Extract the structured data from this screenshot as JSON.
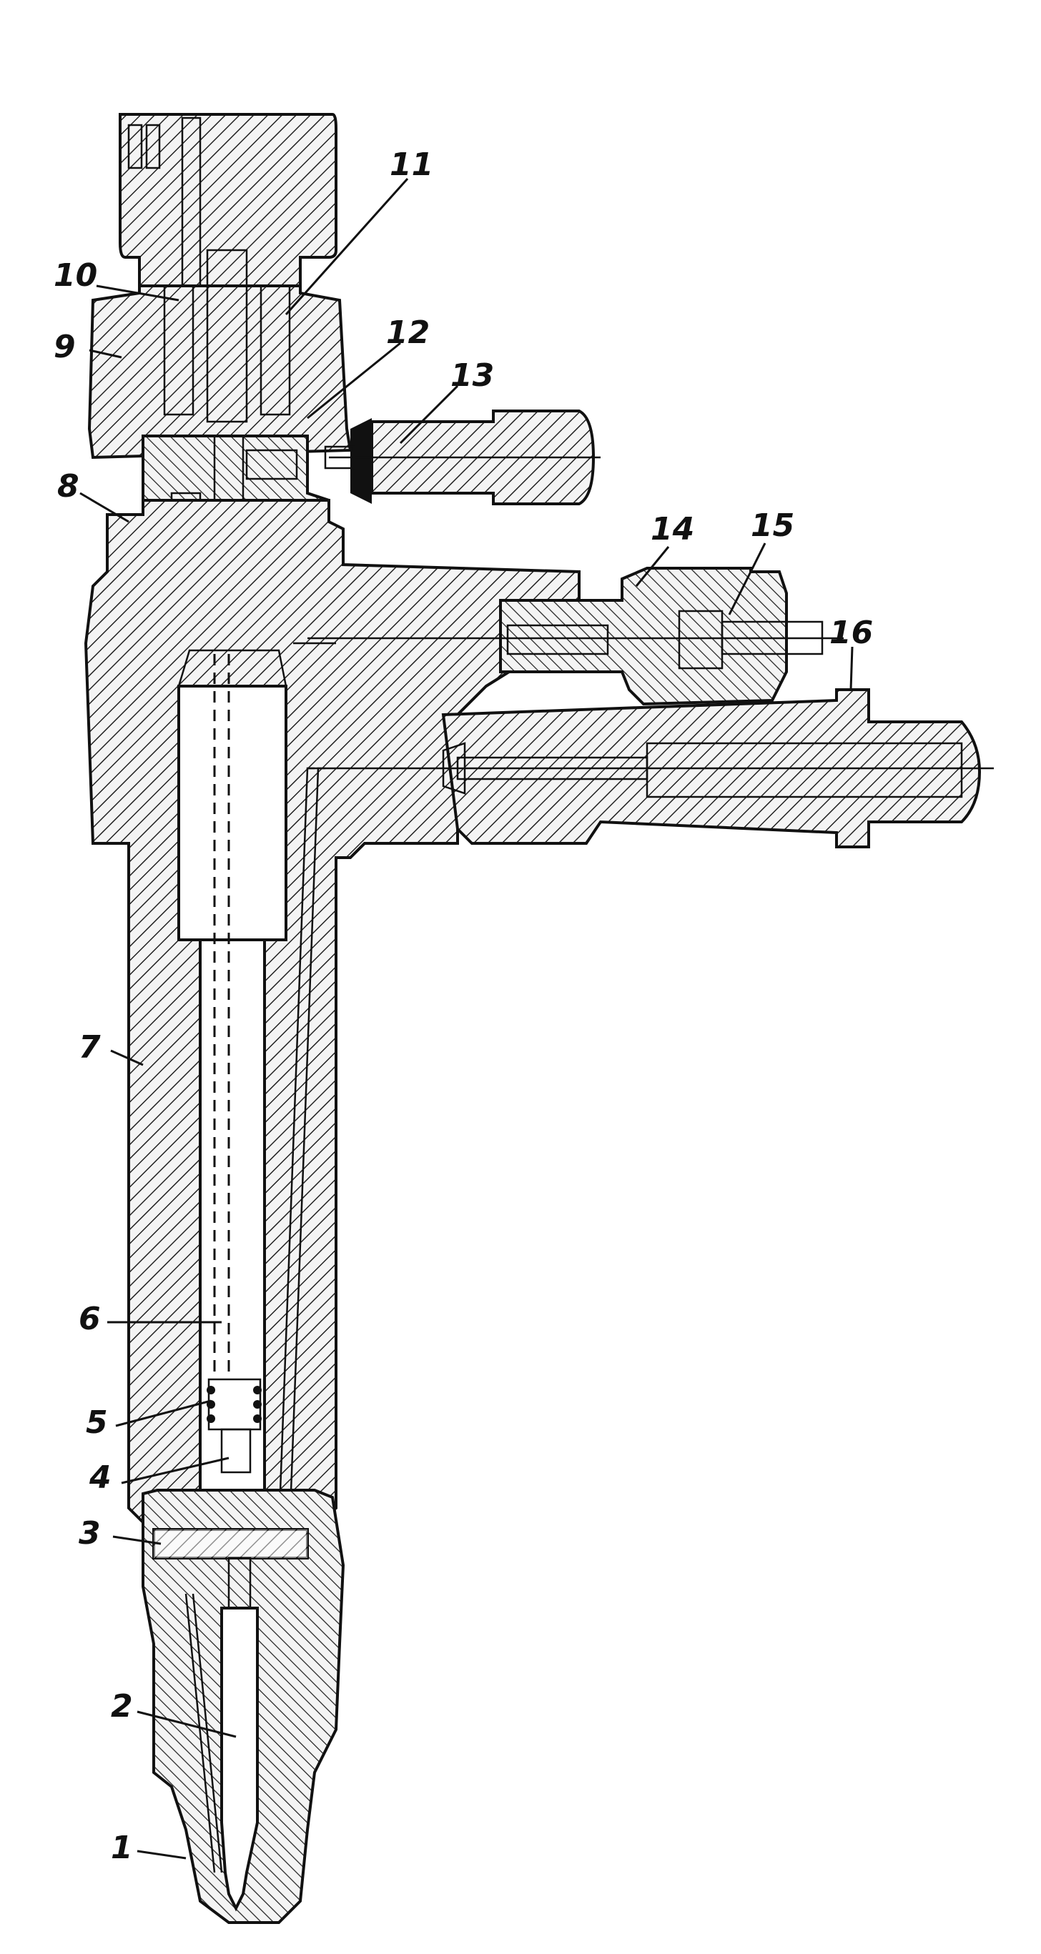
{
  "labels": [
    {
      "id": "1",
      "text": "1"
    },
    {
      "id": "2",
      "text": "2"
    },
    {
      "id": "3",
      "text": "3"
    },
    {
      "id": "4",
      "text": "4"
    },
    {
      "id": "5",
      "text": "5"
    },
    {
      "id": "6",
      "text": "6"
    },
    {
      "id": "7",
      "text": "7"
    },
    {
      "id": "8",
      "text": "8"
    },
    {
      "id": "9",
      "text": "9"
    },
    {
      "id": "10",
      "text": "10"
    },
    {
      "id": "11",
      "text": "11"
    },
    {
      "id": "12",
      "text": "12"
    },
    {
      "id": "13",
      "text": "13"
    },
    {
      "id": "14",
      "text": "14"
    },
    {
      "id": "15",
      "text": "15"
    },
    {
      "id": "16",
      "text": "16"
    }
  ],
  "caption": "",
  "colors": {
    "ink": "#111111",
    "paper": "#ffffff"
  }
}
